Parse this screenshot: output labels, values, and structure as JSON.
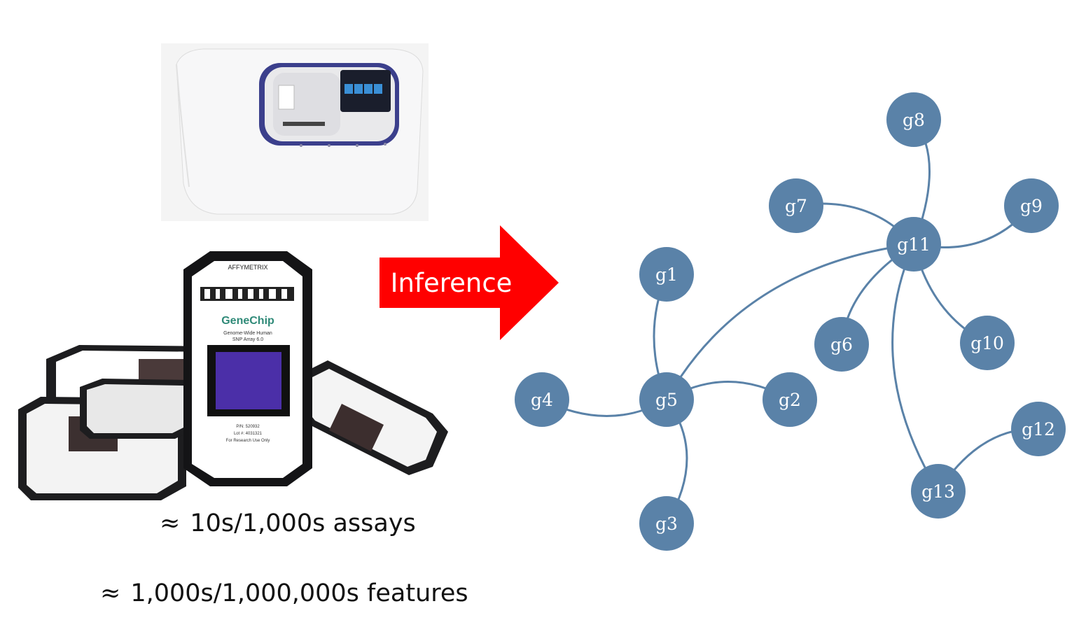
{
  "left_panel": {
    "caption_assays": "10s/1,000s assays",
    "caption_features": "1,000s/1,000,000s features",
    "approx_symbol": "≈",
    "chip": {
      "brand": "AFFYMETRIX",
      "product": "GeneChip",
      "subtitle_line1": "Genome-Wide Human",
      "subtitle_line2": "SNP Array 6.0",
      "pn": "P/N: 520932",
      "lot": "Lot #: 4031321",
      "usage": "For Research Use Only"
    }
  },
  "arrow": {
    "label": "Inference",
    "color": "#ff0000"
  },
  "network": {
    "node_color": "#5a82a8",
    "edge_color": "#5a82a8",
    "nodes": [
      "g1",
      "g2",
      "g3",
      "g4",
      "g5",
      "g6",
      "g7",
      "g8",
      "g9",
      "g10",
      "g11",
      "g12",
      "g13"
    ],
    "edges": [
      [
        "g1",
        "g5"
      ],
      [
        "g4",
        "g5"
      ],
      [
        "g2",
        "g5"
      ],
      [
        "g3",
        "g5"
      ],
      [
        "g5",
        "g11"
      ],
      [
        "g7",
        "g11"
      ],
      [
        "g8",
        "g11"
      ],
      [
        "g9",
        "g11"
      ],
      [
        "g6",
        "g11"
      ],
      [
        "g10",
        "g11"
      ],
      [
        "g13",
        "g11"
      ],
      [
        "g12",
        "g13"
      ]
    ]
  }
}
